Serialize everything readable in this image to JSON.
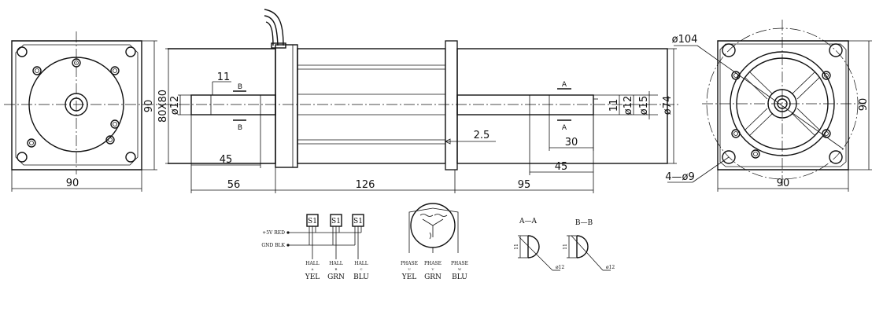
{
  "dims": {
    "front_width": "90",
    "front_height": "90",
    "length_56": "56",
    "length_126": "126",
    "length_95": "95",
    "shaft_key_45_left": "45",
    "shaft_key_45_right": "45",
    "shaft_key_30": "30",
    "flange_thickness": "2.5",
    "square_80": "80X80",
    "shaft_dia_left": "ø12",
    "key_11_left": "11",
    "key_11_right": "11",
    "shaft_dia_12": "ø12",
    "shaft_dia_15": "ø15",
    "body_dia_74": "ø74",
    "rear_pcd": "ø104",
    "rear_holes": "4—ø9",
    "rear_width": "90",
    "rear_height": "90"
  },
  "section_marks": {
    "a_top": "A",
    "a_bottom": "A",
    "b_top": "B",
    "b_bottom": "B"
  },
  "wiring": {
    "sensors": [
      "S1",
      "S1",
      "S1"
    ],
    "plus5v": "+5V RED",
    "gnd": "GND BLK",
    "hall_a": {
      "l1": "HALL",
      "l2": "A",
      "l3": "YEL"
    },
    "hall_b": {
      "l1": "HALL",
      "l2": "B",
      "l3": "GRN"
    },
    "hall_c": {
      "l1": "HALL",
      "l2": "C",
      "l3": "BLU"
    },
    "phase_u": {
      "l1": "PHASE",
      "l2": "U",
      "l3": "YEL"
    },
    "phase_v": {
      "l1": "PHASE",
      "l2": "V",
      "l3": "GRN"
    },
    "phase_w": {
      "l1": "PHASE",
      "l2": "W",
      "l3": "BLU"
    }
  },
  "sections": {
    "aa_title": "A—A",
    "bb_title": "B—B",
    "aa_dim": "11",
    "bb_dim": "11",
    "aa_dia": "ø12",
    "bb_dia": "ø12"
  }
}
